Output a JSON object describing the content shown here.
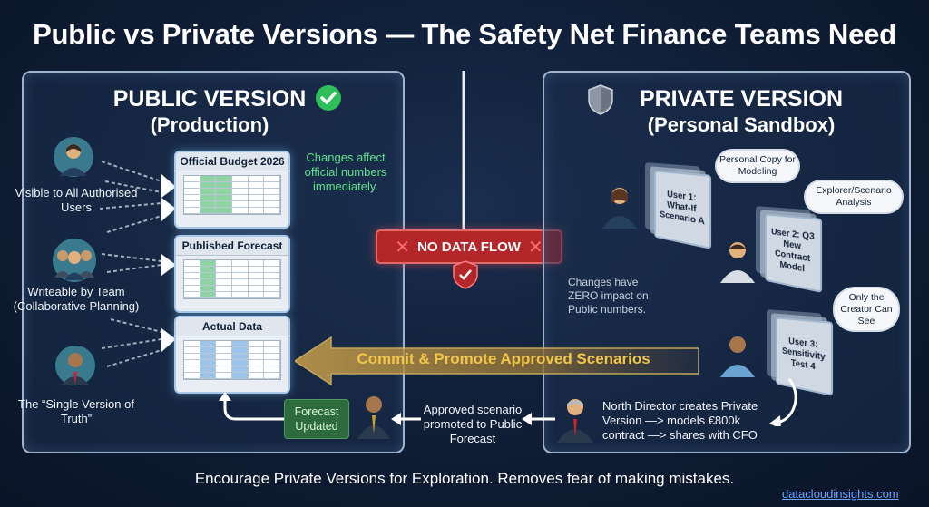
{
  "title": "Public vs Private Versions — The Safety Net Finance Teams Need",
  "public": {
    "heading": "PUBLIC VERSION",
    "subheading": "(Production)",
    "labels": {
      "visible": "Visible to All Authorised Users",
      "writeable": "Writeable by Team (Collaborative Planning)",
      "truth": "The “Single Version of Truth”"
    },
    "tables": [
      "Official Budget 2026",
      "Published Forecast",
      "Actual Data"
    ],
    "note": "Changes affect official numbers immediately.",
    "forecast_updated": "Forecast Updated"
  },
  "private": {
    "heading": "PRIVATE VERSION",
    "subheading": "(Personal Sandbox)",
    "clouds": {
      "personal_copy": "Personal Copy for Modeling",
      "explorer": "Explorer/Scenario Analysis",
      "creator": "Only the Creator Can See"
    },
    "scenarios": [
      "User 1: What-If Scenario A",
      "User 2: Q3 New Contract Model",
      "User 3: Sensitivity Test 4"
    ],
    "note": "Changes have ZERO impact on Public numbers.",
    "director_note": "North Director creates Private Version —> models €800k contract —> shares with CFO"
  },
  "no_flow": "NO DATA FLOW",
  "commit": "Commit & Promote Approved Scenarios",
  "approved_note": "Approved scenario promoted to Public Forecast",
  "tagline": "Encourage Private Versions for Exploration. Removes fear of making mistakes.",
  "site": "datacloudinsights.com",
  "colors": {
    "accent_green": "#5fe08a",
    "accent_gold": "#f2c64a",
    "alert_red": "#b3262a",
    "link_blue": "#6aa6ff"
  }
}
